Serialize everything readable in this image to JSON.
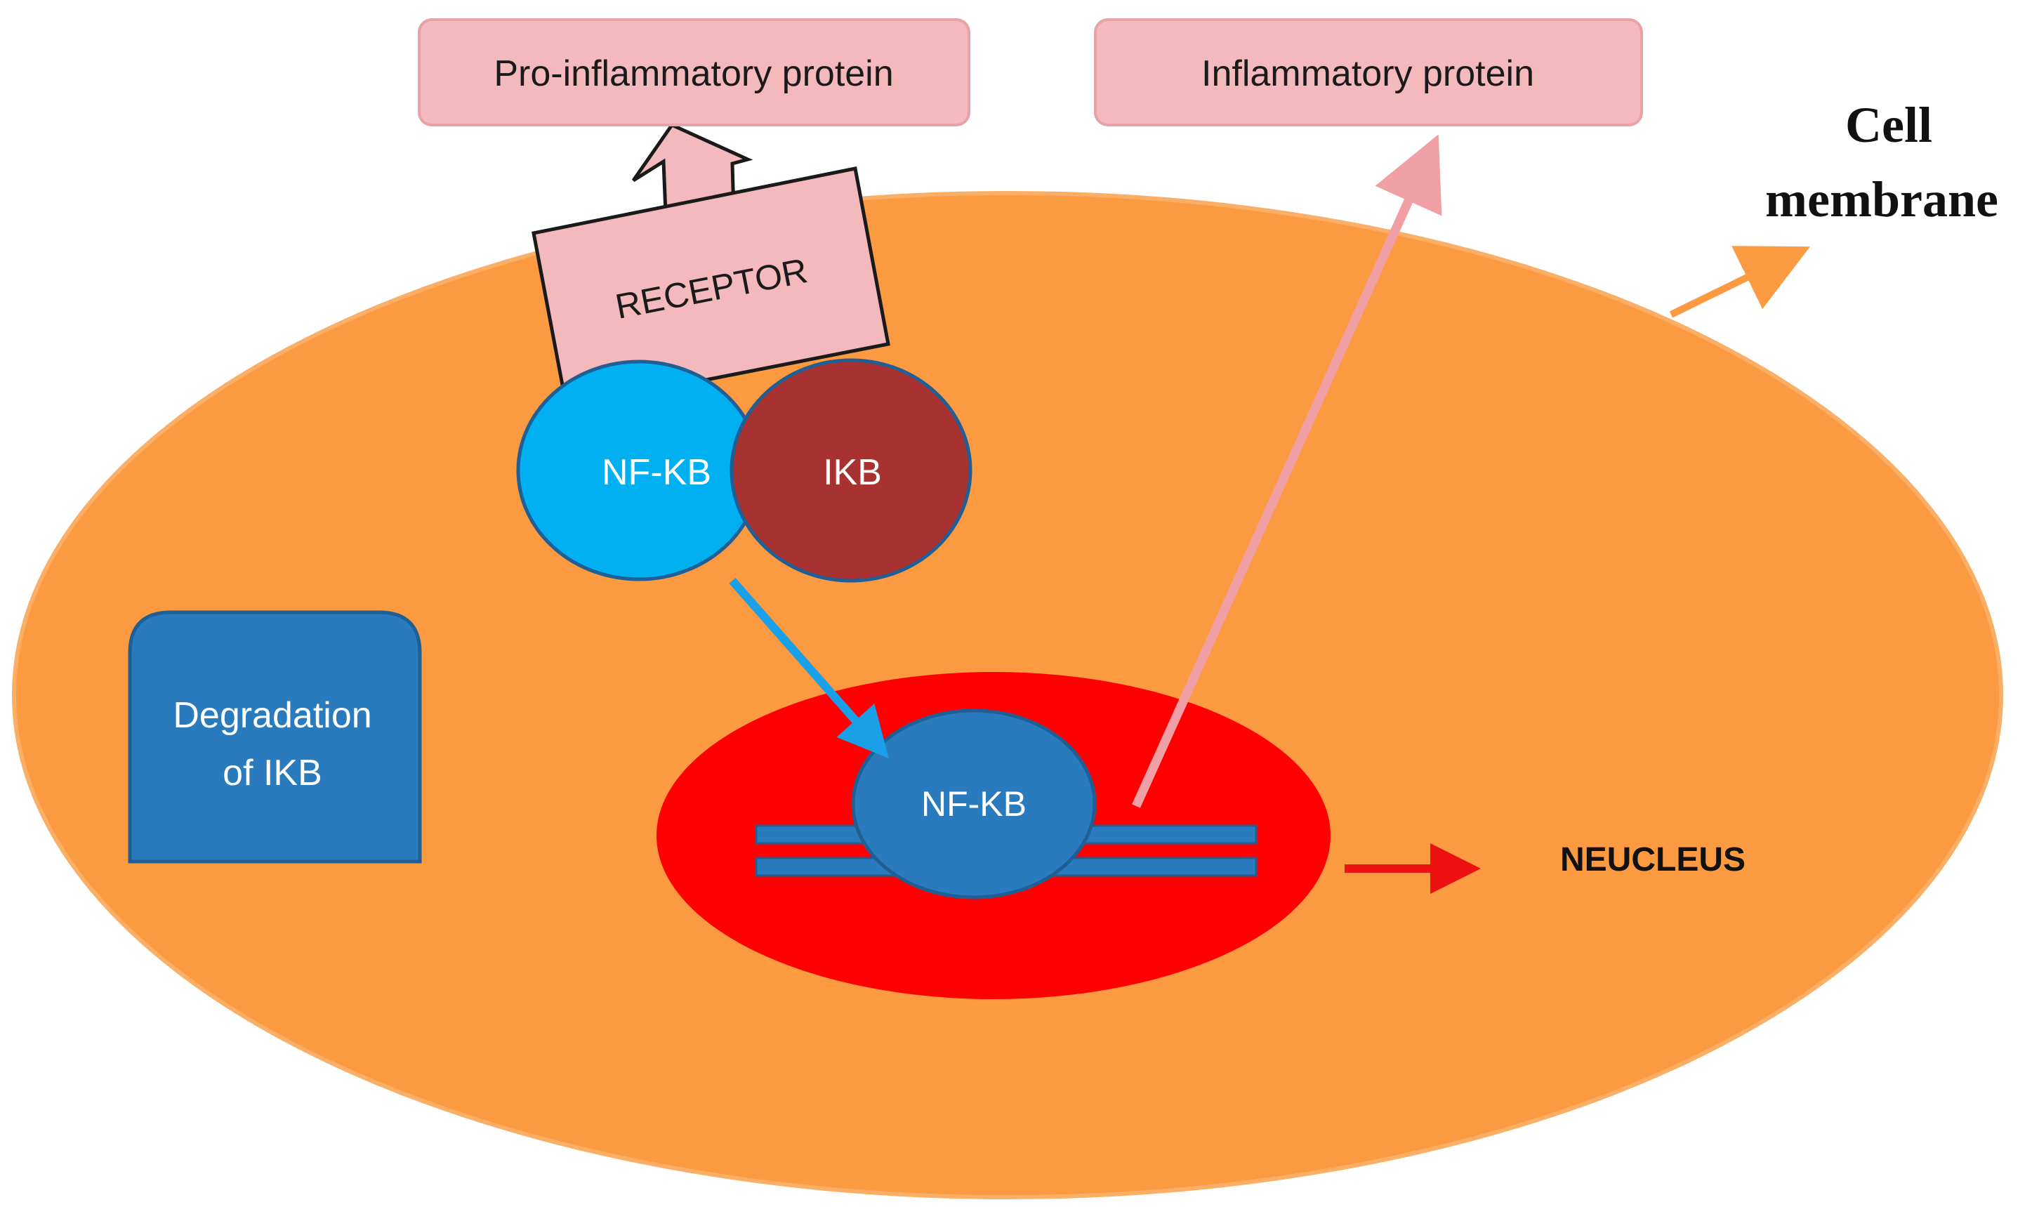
{
  "diagram": {
    "boxes": {
      "pro_inflammatory": "Pro-inflammatory protein",
      "inflammatory": "Inflammatory protein",
      "receptor": "RECEPTOR",
      "degradation_line1": "Degradation",
      "degradation_line2": "of IKB"
    },
    "molecules": {
      "nfkb_cytoplasm": "NF-KB",
      "ikb": "IKB",
      "nfkb_nucleus": "NF-KB"
    },
    "labels": {
      "cell_membrane_line1": "Cell",
      "cell_membrane_line2": "membrane",
      "nucleus": "NEUCLEUS"
    },
    "colors": {
      "cell": "#FB9A40",
      "nucleus": "#FF0000",
      "protein_box": "#F4B9BC",
      "protein_box_border": "#E8A2A6",
      "nfkb_cytoplasm": "#00B0F0",
      "ikb": "#A83232",
      "nfkb_nucleus": "#2A7BBE",
      "degradation_box": "#2A7BBE",
      "arrow_blue": "#1AA0E8",
      "arrow_pink": "#F0A0A5",
      "arrow_red": "#EE1111",
      "arrow_orange": "#FB9A40"
    }
  }
}
